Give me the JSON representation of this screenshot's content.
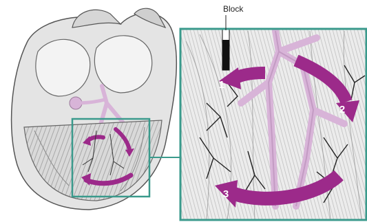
{
  "labels": {
    "block": "Block",
    "steps": [
      "1",
      "2",
      "3"
    ]
  },
  "colors": {
    "frame": "#3a9a8c",
    "arrow": "#9c2a8a",
    "conduction": "#d8b4d8",
    "tissue": "#e6e6e6",
    "outline": "#555555"
  }
}
